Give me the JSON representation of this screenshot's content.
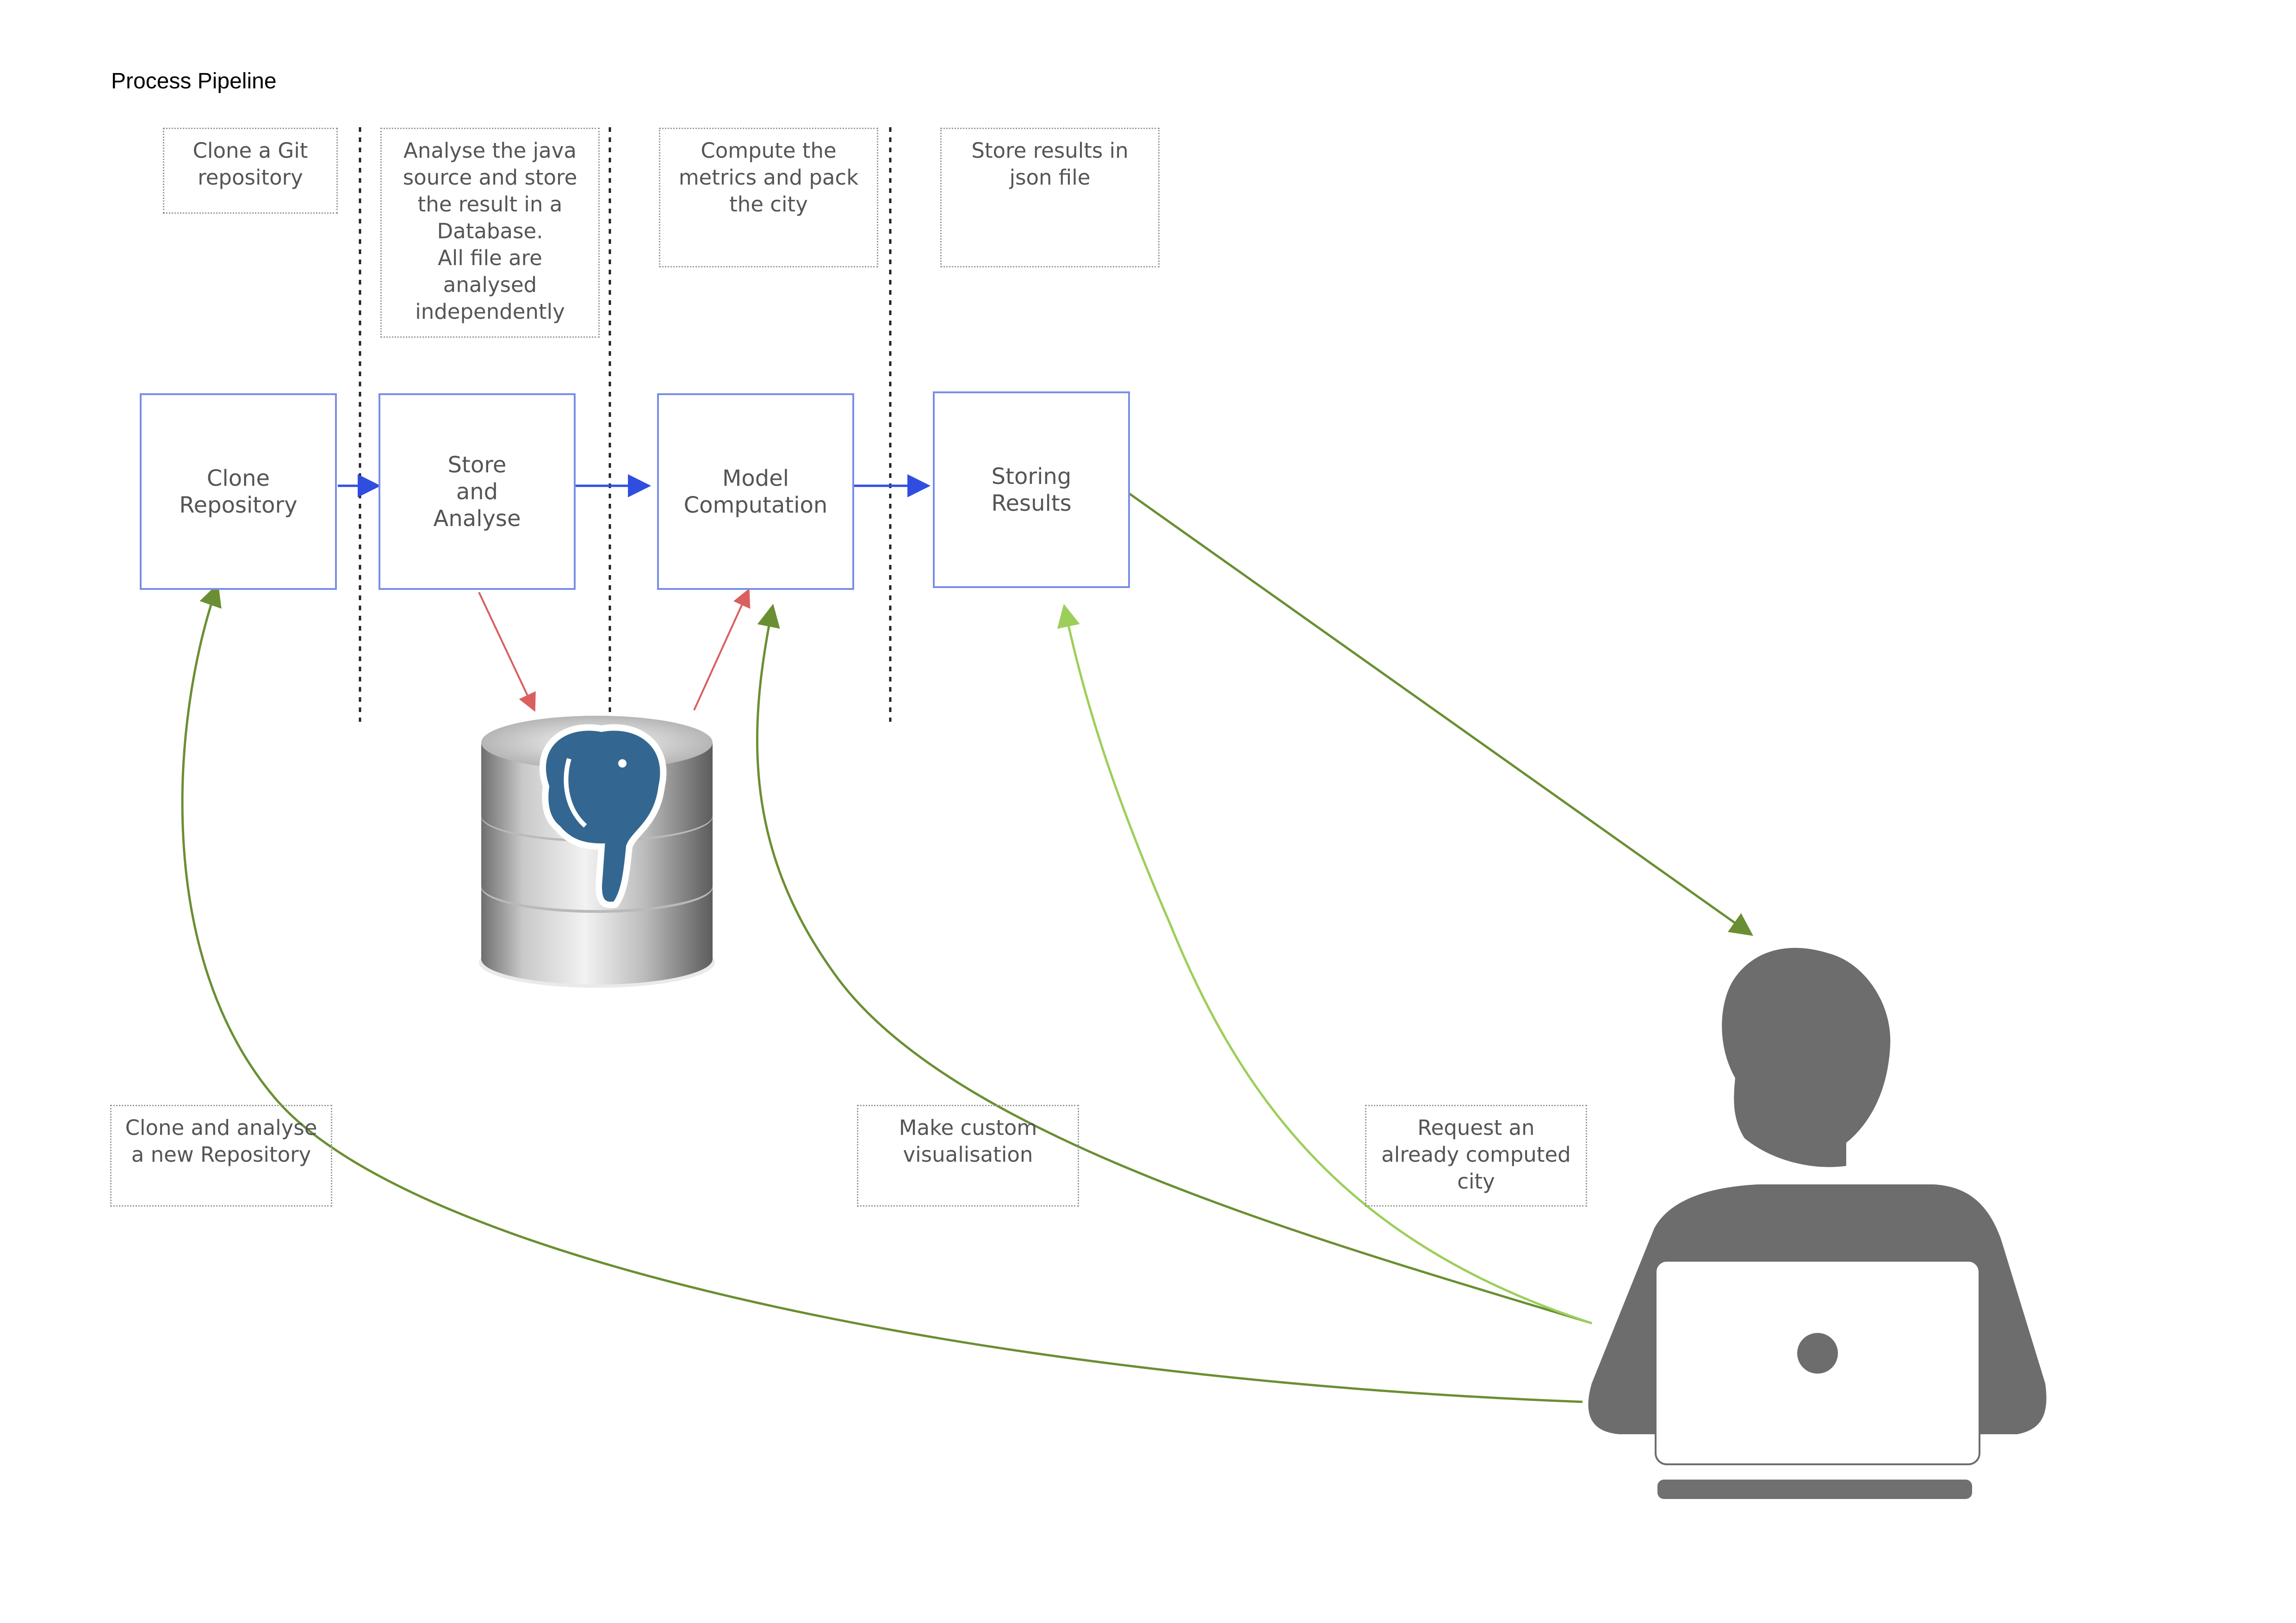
{
  "title": "Process Pipeline",
  "notes": {
    "clone": [
      "Clone a Git",
      "repository"
    ],
    "analyse": [
      "Analyse the java",
      "source and store",
      "the result in a",
      "Database.",
      "All file are",
      "analysed",
      "independently"
    ],
    "compute": [
      "Compute the",
      "metrics and pack",
      "the city"
    ],
    "store": [
      "Store results in",
      "json file"
    ],
    "new_repo": [
      "Clone and analyse",
      "a new Repository"
    ],
    "custom_vis": [
      "Make custom",
      "visualisation"
    ],
    "request": [
      "Request an",
      "already computed",
      "city"
    ]
  },
  "steps": {
    "clone": [
      "Clone",
      "Repository"
    ],
    "store_analyse": [
      "Store",
      "and",
      "Analyse"
    ],
    "model": [
      "Model",
      "Computation"
    ],
    "storing": [
      "Storing",
      "Results"
    ]
  },
  "icons": {
    "database": "postgresql-database-icon",
    "user": "user-with-laptop-icon"
  },
  "colors": {
    "pipeline_arrow": "#2f4ee0",
    "database_arrow": "#d9605f",
    "user_arrow_dark": "#6a8f32",
    "user_arrow_light": "#9ccf5a",
    "step_border": "#7a8ee8",
    "user_silhouette": "#6d6d6d"
  }
}
